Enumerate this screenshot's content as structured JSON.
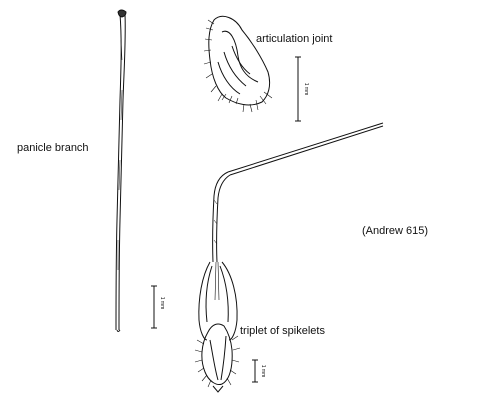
{
  "labels": {
    "panicle_branch": "panicle branch",
    "articulation_joint": "articulation joint",
    "triplet_of_spikelets": "triplet of spikelets",
    "specimen": "(Andrew 615)"
  },
  "scale_bars": {
    "articulation_joint": "1 mm",
    "panicle_branch": "1 mm",
    "spikelet": "1 mm"
  },
  "colors": {
    "ink": "#111111",
    "paper": "#ffffff"
  }
}
